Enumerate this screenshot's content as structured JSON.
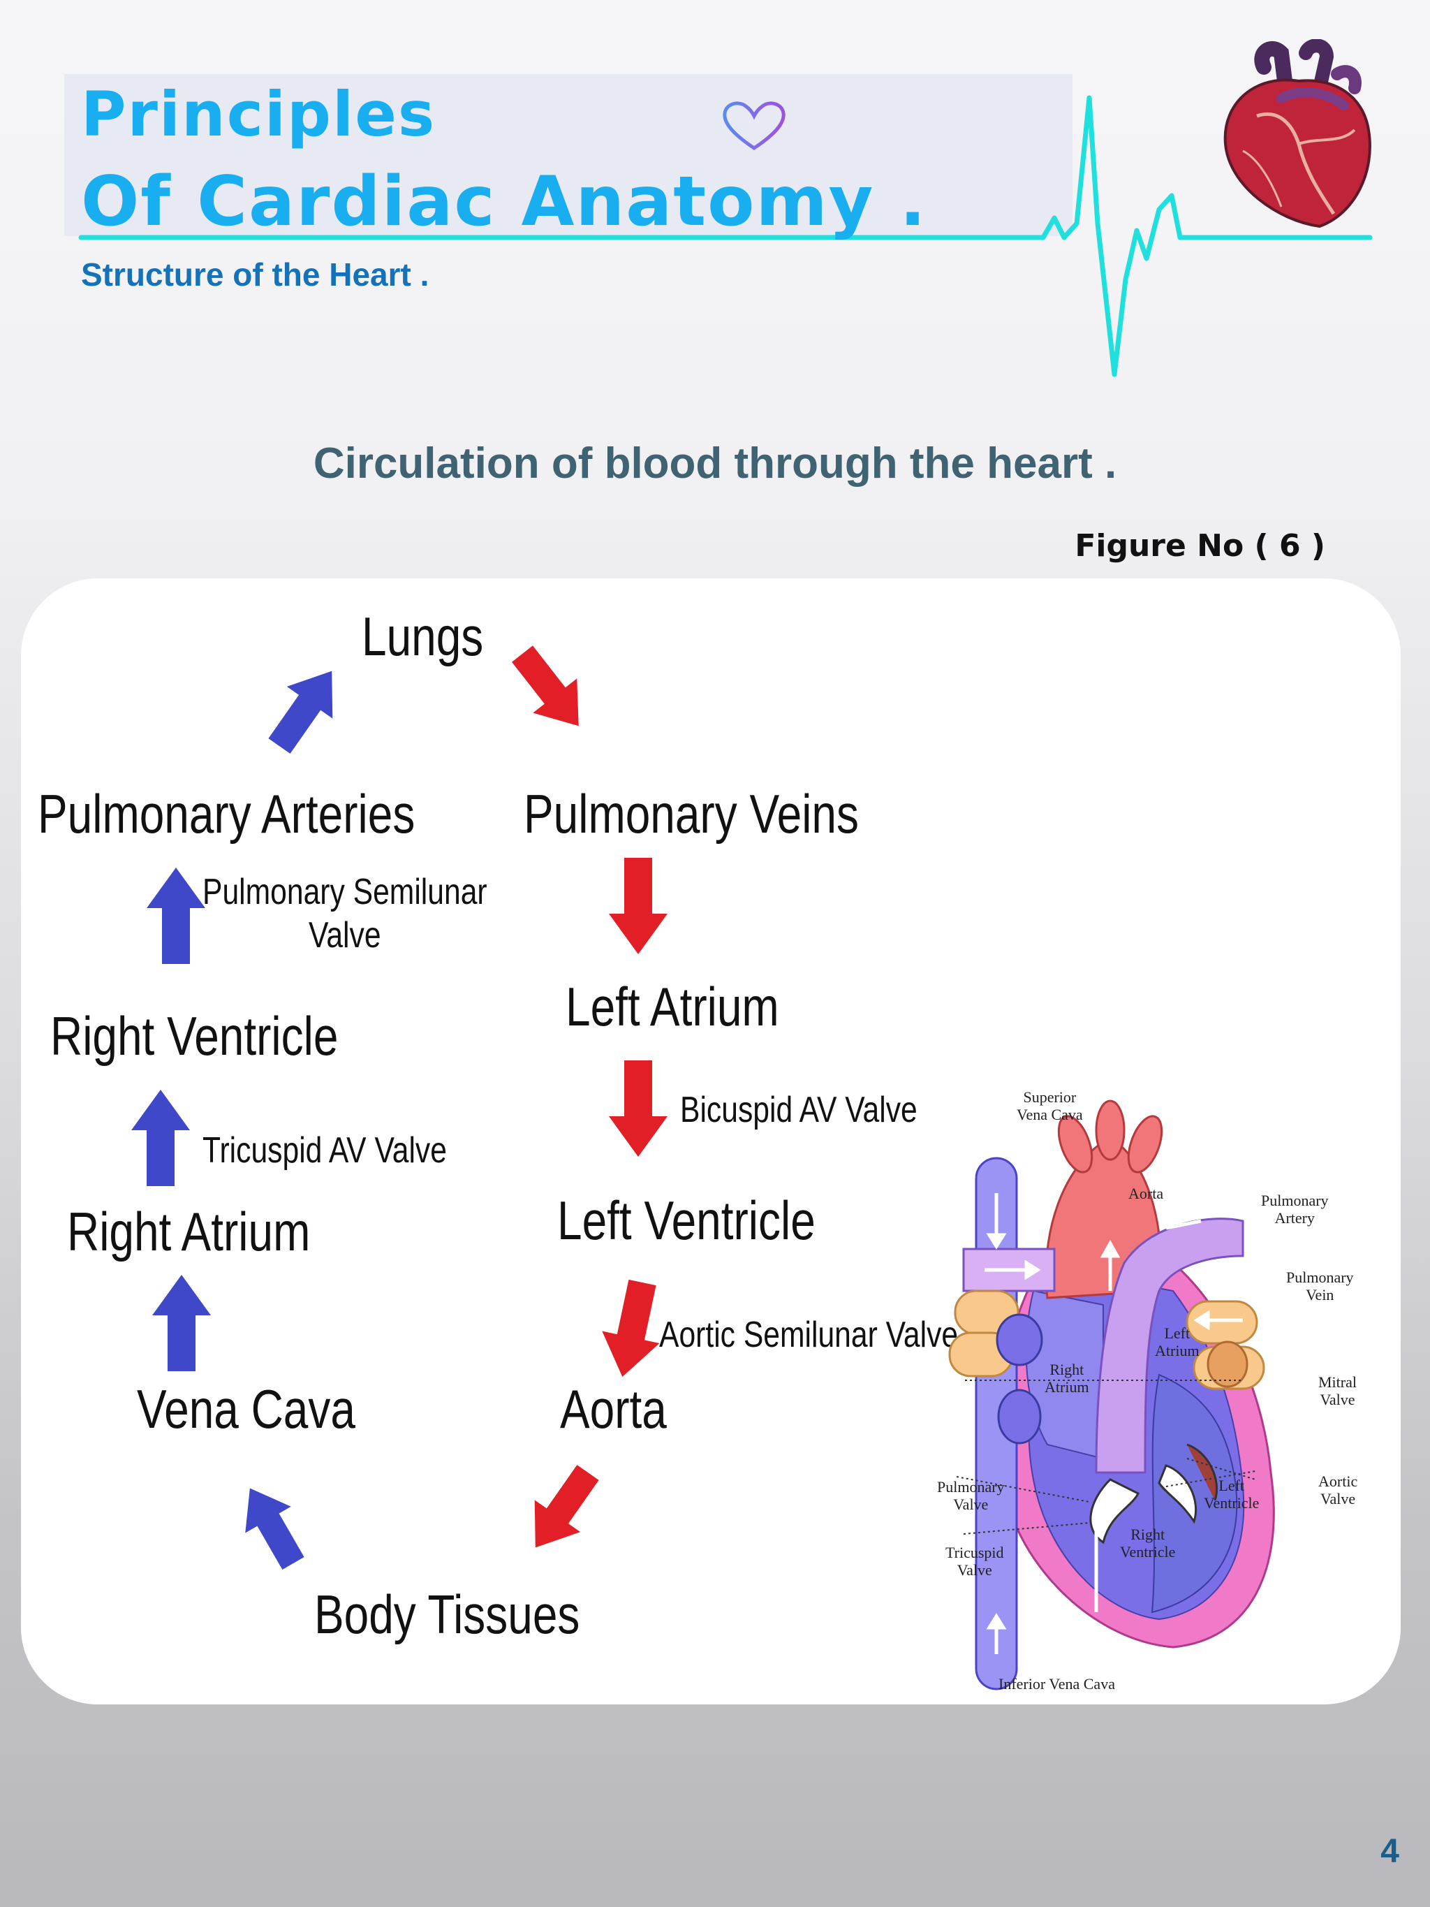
{
  "header": {
    "title_line1": "Principles",
    "title_line2": "Of Cardiac Anatomy .",
    "subtitle": "Structure of the Heart ."
  },
  "section_heading": "Circulation of blood through the heart .",
  "figure_label": "Figure No ( 6 )",
  "flow": {
    "lungs": "Lungs",
    "pulmonary_arteries": "Pulmonary Arteries",
    "pulmonary_veins": "Pulmonary Veins",
    "right_ventricle": "Right Ventricle",
    "left_atrium": "Left Atrium",
    "right_atrium": "Right Atrium",
    "left_ventricle": "Left Ventricle",
    "vena_cava": "Vena Cava",
    "aorta": "Aorta",
    "body_tissues": "Body Tissues",
    "valve_pulmonary_semilunar_1": "Pulmonary Semilunar",
    "valve_pulmonary_semilunar_2": "Valve",
    "valve_tricuspid": "Tricuspid AV Valve",
    "valve_bicuspid": "Bicuspid AV Valve",
    "valve_aortic_semilunar": "Aortic Semilunar Valve"
  },
  "anatomy_labels": {
    "superior_vena_cava_1": "Superior",
    "superior_vena_cava_2": "Vena Cava",
    "aorta": "Aorta",
    "pulmonary_artery_1": "Pulmonary",
    "pulmonary_artery_2": "Artery",
    "pulmonary_vein_1": "Pulmonary",
    "pulmonary_vein_2": "Vein",
    "left_atrium_1": "Left",
    "left_atrium_2": "Atrium",
    "right_atrium_1": "Right",
    "right_atrium_2": "Atrium",
    "mitral_valve_1": "Mitral",
    "mitral_valve_2": "Valve",
    "aortic_valve_1": "Aortic",
    "aortic_valve_2": "Valve",
    "left_ventricle_1": "Left",
    "left_ventricle_2": "Ventricle",
    "right_ventricle_1": "Right",
    "right_ventricle_2": "Ventricle",
    "pulmonary_valve_1": "Pulmonary",
    "pulmonary_valve_2": "Valve",
    "tricuspid_valve_1": "Tricuspid",
    "tricuspid_valve_2": "Valve",
    "inferior_vena_cava": "Inferior Vena Cava"
  },
  "page_number": "4",
  "colors": {
    "title": "#19aef0",
    "subtitle": "#1572b9",
    "ecg_line": "#1fe0dc",
    "deoxygenated_arrow": "#3f48c8",
    "oxygenated_arrow": "#e21f26",
    "heading": "#3f6372"
  }
}
